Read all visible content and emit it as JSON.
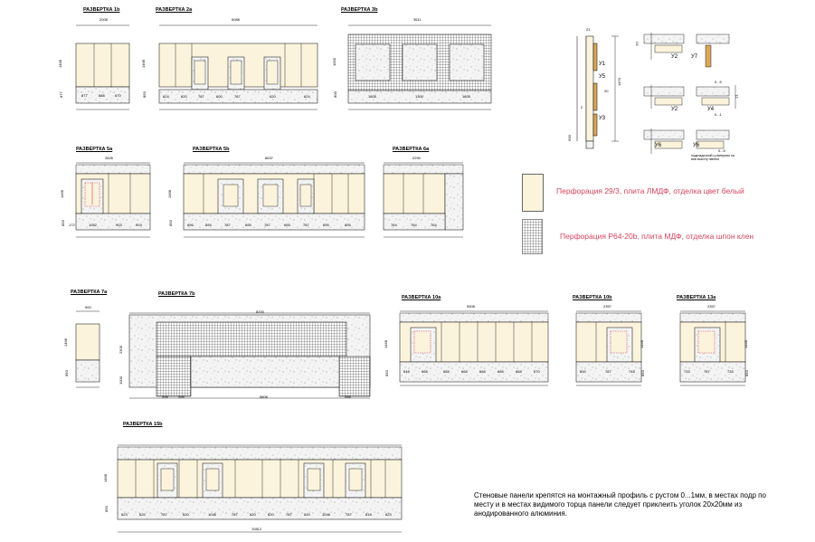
{
  "sheets": {
    "r1b": {
      "title": "РАЗВЕРТКА 1b",
      "width": "2008",
      "h_top": "1468",
      "h_bot": "877",
      "dims_bottom": [
        "877",
        "688",
        "670"
      ]
    },
    "r2a": {
      "title": "РАЗВЕРТКА 2a",
      "width": "6088",
      "h_top": "1468",
      "h_bot": "850",
      "dims_bottom": [
        "624",
        "620",
        "787",
        "600",
        "787",
        "620",
        "624"
      ]
    },
    "r3b": {
      "title": "РАЗВЕРТКА 3b",
      "width": "3611",
      "h_top": "1000",
      "h_bot": "800",
      "dims_bottom": [
        "1605",
        "1300",
        "1605"
      ]
    },
    "r5a": {
      "title": "РАЗВЕРТКА 5a",
      "width": "2826",
      "h_top": "1468",
      "h_bot": "850",
      "dims_bottom": [
        "172",
        "1052",
        "903",
        "903"
      ]
    },
    "r5b": {
      "title": "РАЗВЕРТКА 5b",
      "width": "6637",
      "h_top": "1468",
      "h_bot": "850",
      "dims_bottom": [
        "696",
        "695",
        "787",
        "695",
        "787",
        "695",
        "787",
        "695",
        "695"
      ]
    },
    "r6a": {
      "title": "РАЗВЕРТКА 6a",
      "width": "2290",
      "h_top": "",
      "h_bot": "",
      "dims_bottom": [
        "764",
        "764",
        "764"
      ]
    },
    "r7a": {
      "title": "РАЗВЕРТКА 7a",
      "width": "900",
      "h_top": "1468",
      "h_bot": "850",
      "dims_bottom": []
    },
    "r7b": {
      "title": "РАЗВЕРТКА 7b",
      "width": "8200",
      "h_top": "2300",
      "h_bot": "1000",
      "dims_bottom": [
        "598",
        "598",
        "5808",
        "598"
      ]
    },
    "r10a": {
      "title": "РАЗВЕРТКА 10a",
      "width": "5508",
      "h_top": "1468",
      "h_bot": "850",
      "dims_bottom": [
        "648",
        "668",
        "668",
        "668",
        "668",
        "668",
        "668",
        "670"
      ]
    },
    "r10b": {
      "title": "РАЗВЕРТКА 10b",
      "width": "2357",
      "h_top": "1468",
      "h_bot": "850",
      "dims_bottom": [
        "800",
        "787",
        "748"
      ]
    },
    "r13a": {
      "title": "РАЗВЕРТКА 13a",
      "width": "2357",
      "h_top": "1468",
      "h_bot": "850",
      "dims_bottom": [
        "733",
        "787",
        "733"
      ]
    },
    "r15b": {
      "title": "РАЗВЕРТКА 15b",
      "width": "10812",
      "h_top": "1468",
      "h_bot": "850",
      "dims_bottom": [
        "623",
        "620",
        "787",
        "620",
        "1046",
        "787",
        "620",
        "620",
        "787",
        "620",
        "1046",
        "787",
        "618",
        "623"
      ]
    }
  },
  "profiles": {
    "dims": [
      "21",
      "1470",
      "630",
      "20",
      "2",
      "20",
      "0...5",
      "0...1",
      "0...5",
      "21"
    ],
    "labels": [
      "У1",
      "У5",
      "У3",
      "У2",
      "У7",
      "У2",
      "У4",
      "У6",
      "У6"
    ],
    "note_small": "подкладочный ц материал на всю высоту панели"
  },
  "legend": [
    {
      "text": "Перфорация 29/3, плита ЛМДФ, отделка  цвет белый",
      "swatch": "plain"
    },
    {
      "text": "Перфорация Р64-20b, плита МДФ, отделка шпон клен",
      "swatch": "grid"
    }
  ],
  "note": "Стеновые панели крепятся на монтажный профиль с рустом 0...1мм, в местах подр по месту и в местах видимого торца панели следует приклеить уголок 20х20мм из анодированного алюминия.",
  "colors": {
    "panel": "#fbf3dc",
    "concrete": "#f1f1f1",
    "red": "#d4445c"
  }
}
